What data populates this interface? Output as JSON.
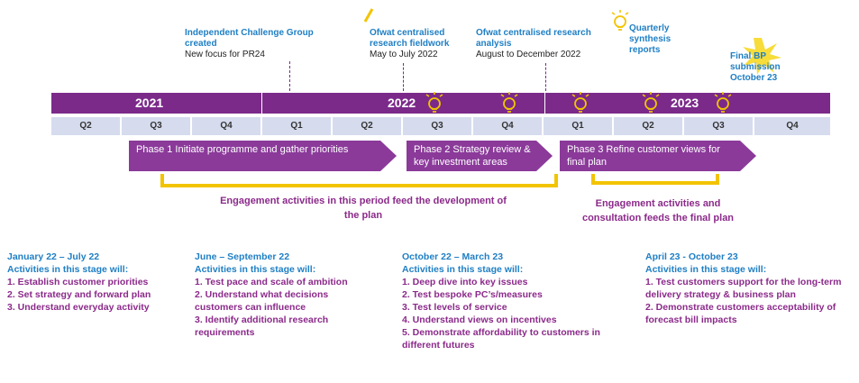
{
  "annotations": {
    "icg": {
      "title": "Independent Challenge Group created",
      "sub": "New focus for PR24"
    },
    "fieldwork": {
      "title": "Ofwat centralised research fieldwork",
      "sub": "May to July 2022"
    },
    "analysis": {
      "title": "Ofwat centralised research analysis",
      "sub": "August to December 2022"
    },
    "quarterly": {
      "title": "Quarterly synthesis reports"
    },
    "final_bp": {
      "title": "Final BP submission October 23"
    }
  },
  "years": [
    "2021",
    "2022",
    "2023"
  ],
  "quarters": [
    "Q2",
    "Q3",
    "Q4",
    "Q1",
    "Q2",
    "Q3",
    "Q4",
    "Q1",
    "Q2",
    "Q3",
    "Q4"
  ],
  "phases": [
    {
      "label": "Phase 1 Initiate programme and gather priorities"
    },
    {
      "label": "Phase 2 Strategy review & key investment areas"
    },
    {
      "label": "Phase 3 Refine customer views for final plan"
    }
  ],
  "engagement": {
    "left": "Engagement activities in this period feed the development of the plan",
    "right": "Engagement activities and consultation feeds the final plan"
  },
  "stages": [
    {
      "date": "January 22 – July 22",
      "intro": "Activities in this stage will:",
      "items": [
        "1. Establish customer priorities",
        "2. Set strategy and forward plan",
        "3. Understand everyday activity"
      ]
    },
    {
      "date": "June – September 22",
      "intro": "Activities in this stage will:",
      "items": [
        "1. Test pace and scale of ambition",
        "2. Understand what decisions customers can influence",
        "3. Identify additional research requirements"
      ]
    },
    {
      "date": "October 22 – March 23",
      "intro": "Activities in this stage will:",
      "items": [
        "1. Deep dive into key issues",
        "2. Test bespoke PC’s/measures",
        "3. Test levels of service",
        "4. Understand views on incentives",
        "5. Demonstrate affordability to customers in different futures"
      ]
    },
    {
      "date": "April 23 - October 23",
      "intro": "Activities in this stage will:",
      "items": [
        "1. Test customers support for the long-term delivery strategy & business plan",
        "2. Demonstrate customers acceptability of forecast bill impacts"
      ]
    }
  ],
  "colors": {
    "purple": "#7b2a8a",
    "blue": "#1f7fc4",
    "yellow": "#f2c400",
    "quarter_bg": "#d6dcee"
  },
  "icons": [
    "lightbulb-icon",
    "starburst-icon"
  ]
}
